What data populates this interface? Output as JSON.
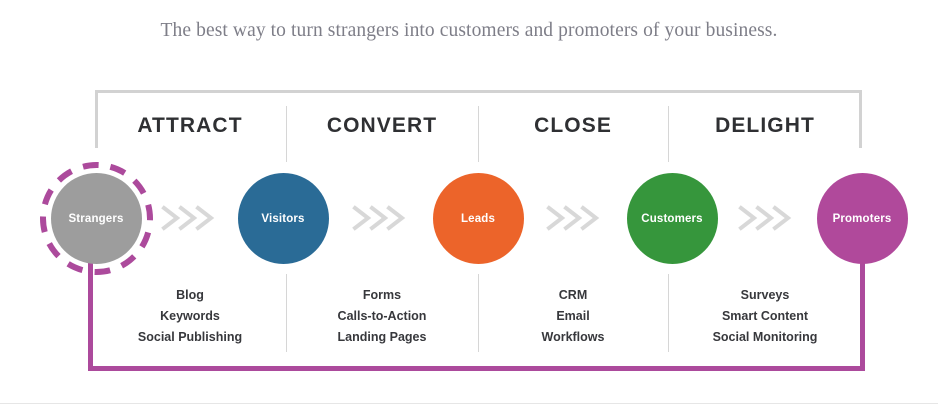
{
  "headline": "The best way to turn strangers into customers and promoters of your business.",
  "colors": {
    "strangers": "#9d9d9d",
    "visitors": "#2a6b96",
    "leads": "#ec642a",
    "customers": "#36963c",
    "promoters": "#b0499b",
    "purple_bracket": "#ac4a9c",
    "gray_bracket": "#d2d2d2",
    "chevron": "#d8d8d8",
    "headline_text": "#7e7e88",
    "header_text": "#2f3033",
    "tactic_text": "#37383c"
  },
  "stages": [
    {
      "header": "ATTRACT",
      "tactics": [
        "Blog",
        "Keywords",
        "Social Publishing"
      ]
    },
    {
      "header": "CONVERT",
      "tactics": [
        "Forms",
        "Calls-to-Action",
        "Landing Pages"
      ]
    },
    {
      "header": "CLOSE",
      "tactics": [
        "CRM",
        "Email",
        "Workflows"
      ]
    },
    {
      "header": "DELIGHT",
      "tactics": [
        "Surveys",
        "Smart Content",
        "Social Monitoring"
      ]
    }
  ],
  "nodes": [
    {
      "label": "Strangers",
      "color": "#9d9d9d",
      "ring": true
    },
    {
      "label": "Visitors",
      "color": "#2a6b96",
      "ring": false
    },
    {
      "label": "Leads",
      "color": "#ec642a",
      "ring": false
    },
    {
      "label": "Customers",
      "color": "#36963c",
      "ring": false
    },
    {
      "label": "Promoters",
      "color": "#b0499b",
      "ring": false
    }
  ],
  "connectors": [
    {
      "name": "chevrons-strangers-to-visitors"
    },
    {
      "name": "chevrons-visitors-to-leads"
    },
    {
      "name": "chevrons-leads-to-customers"
    },
    {
      "name": "chevrons-customers-to-promoters"
    }
  ]
}
